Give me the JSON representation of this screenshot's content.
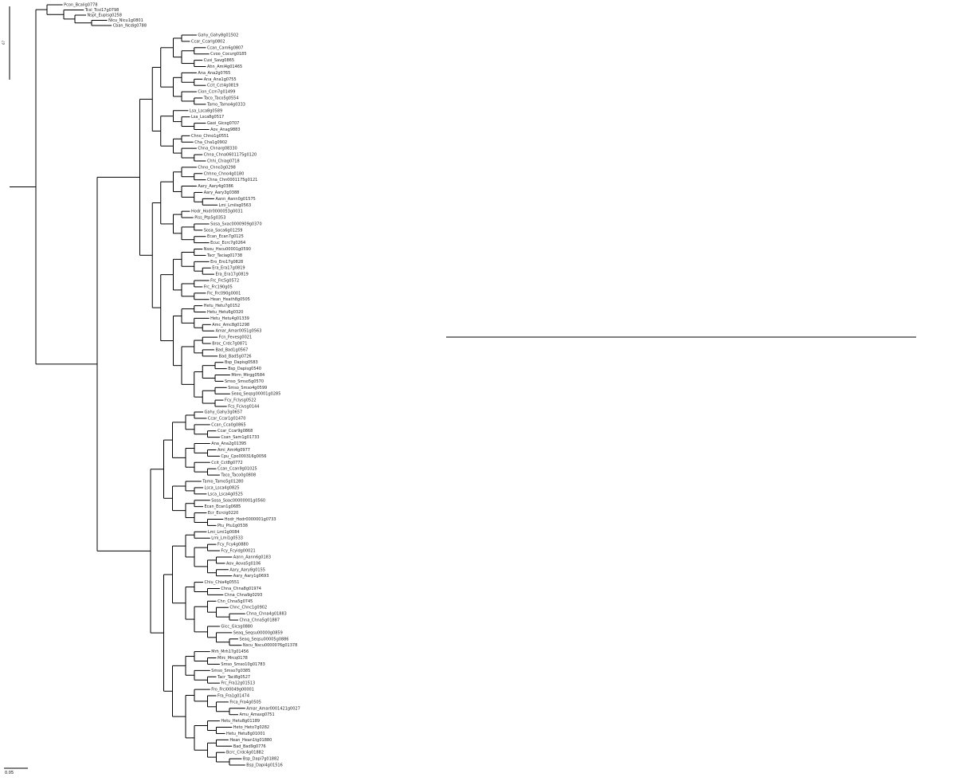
{
  "tree": {
    "scale_bar": {
      "label": "0.05"
    },
    "root_label": "67",
    "colors": {
      "branch": "#000000",
      "label": "#222222",
      "accent": "#1a3aa8"
    },
    "tips_top": [
      "Pcon_Bcalig0778",
      "Tcsi_Tcsi17g0798",
      "Nspt_Eupisg0258",
      "Nicu_Nicu1g0801",
      "Cban_Ncdig0788",
      "Gahy_Gahy8g01502",
      "Ccar_Ccarlg0802",
      "Ccan_Cam6g0807",
      "Cvoo_Cocurg0185",
      "Cusi_Savg0865",
      "Ahn_Aml4g01465",
      "Ana_Ana2g0765",
      "Ana_Ana1g0755",
      "Ccit_Cct4g0819",
      "Cion_Ccm7g01499",
      "Taco_Taco5g0554",
      "Tamo_Tamo4g0333",
      "Lsa_Lsca8g0589",
      "Lsa_Lsca8g0517",
      "Gaoi_Gicsg0707",
      "Aov_Anag9883",
      "Chno_Chno1g0551",
      "Cha_Cha1g0902",
      "Chna_Chnarg08330",
      "Chna_Chna0601175g0120",
      "Chhi_Chiag0718",
      "Chno_Chno3g0298",
      "Chhno_Chno4g0180",
      "Chna_Chn0001175g0121",
      "Aary_Aary4g0386",
      "Aary_Aary3g0388",
      "Aann_Aann0g01575",
      "Lmi_Lmilsg0563",
      "Hodr_Hodr0000053g0031",
      "Piss_Ptp5g0353",
      "Sosa_Sxac0000909g0370",
      "Sosa_Soca6g01259",
      "Ecan_Ecan7g0125",
      "Ecuc_Ecrc7g0264",
      "Nsou_Hscu00001g0590",
      "Tacr_Taciag01738",
      "Ero_Ero17g0828",
      "Era_Era17g0819",
      "Era_Era17g0819",
      "Frc_Frc5g0572",
      "Frc_Frc190g05",
      "Frc_Frc090g0001",
      "Hean_Heath8g0505",
      "Hetu_Hetu7g0152",
      "Hetu_Hetu6g0320",
      "Hetu_Hetu4g01339",
      "Amc_Amc8g01298",
      "Amar_Amar0051g0563",
      "Fcn_Fevesg0021",
      "Broc_Crdc7g0871",
      "Bad_Bad1g0567",
      "Bad_Bad5g0726",
      "Bsp_Dapisg0583",
      "Bsp_Dapisg0540",
      "Mirm_Mirgg0584",
      "Smso_Smso5g0570",
      "Smso_Smso4g0599",
      "Seaq_Seqsg00001g0285",
      "Fcy_Fclysg0522",
      "Fcs_Fcivsg0144"
    ],
    "tips_bottom": [
      "Gahy_Gahy3g0657",
      "Ccar_Ccar1g01470",
      "Ccan_Cca0g0865",
      "Ccar_Ccar9g0868",
      "Csan_Sam1g01733",
      "Ana_Ana2g01395",
      "Ami_Ami4g0977",
      "Cpu_Cpo000316g0056",
      "Ccit_Cct8g0772",
      "Ccan_Ccan9g01025",
      "Taco_Taco0g0808",
      "Tamo_Tamo5g01280",
      "Lsca_Lsca4g0825",
      "Lsca_Lsca4g0525",
      "Sosa_Soac00000001g0560",
      "Ecan_Ecan1g0685",
      "Ecr_Ecrcig0220",
      "Hodr_Hodr0000001g0733",
      "Ptu_Ptu1g0538",
      "Lmi_Lmi1g0084",
      "Lmi_Lmi1g0533",
      "Fcy_Fcy4g0880",
      "Fcy_Fcyidg00021",
      "Aann_Aann6g0183",
      "Aov_Aova5g0106",
      "Aary_Aary8g0155",
      "Aary_Aary1g0693",
      "Chiu_Chia4g0551",
      "Chna_Chna8g01974",
      "Chna_Chna9g0293",
      "Chn_Chna5g0745",
      "Chnc_Chnc1g0902",
      "Chna_Chna4g01883",
      "Chna_Chna5g01887",
      "Gicc_Gicsg0880",
      "Seaq_Seqsu00000g0859",
      "Seaq_Seqsu00005g0886",
      "Nscu_Nscu0000076g01378",
      "Mrh_Mrh17g01456",
      "Mirc_Mrcq0178",
      "Smso_Smso10g01783",
      "Smso_Smso7g0385",
      "Tacr_Taci8g0527",
      "Frc_Fra12g01513",
      "Fro_Frci00049g00001",
      "Fra_Fra1g01474",
      "Frca_Fra4g0505",
      "Amar_Amar0001421g0027",
      "Amu_Amaxg0751",
      "Hetu_Hetu8g01189",
      "Heto_Heto7g0282",
      "Hetu_Hetu8g01001",
      "Hean_Hean1tg01880",
      "Bad_Bad9g0776",
      "Bcrc_Crdc4g01882",
      "Bsp_Dapi7g01882",
      "Bsp_Dapi4g01516"
    ]
  }
}
